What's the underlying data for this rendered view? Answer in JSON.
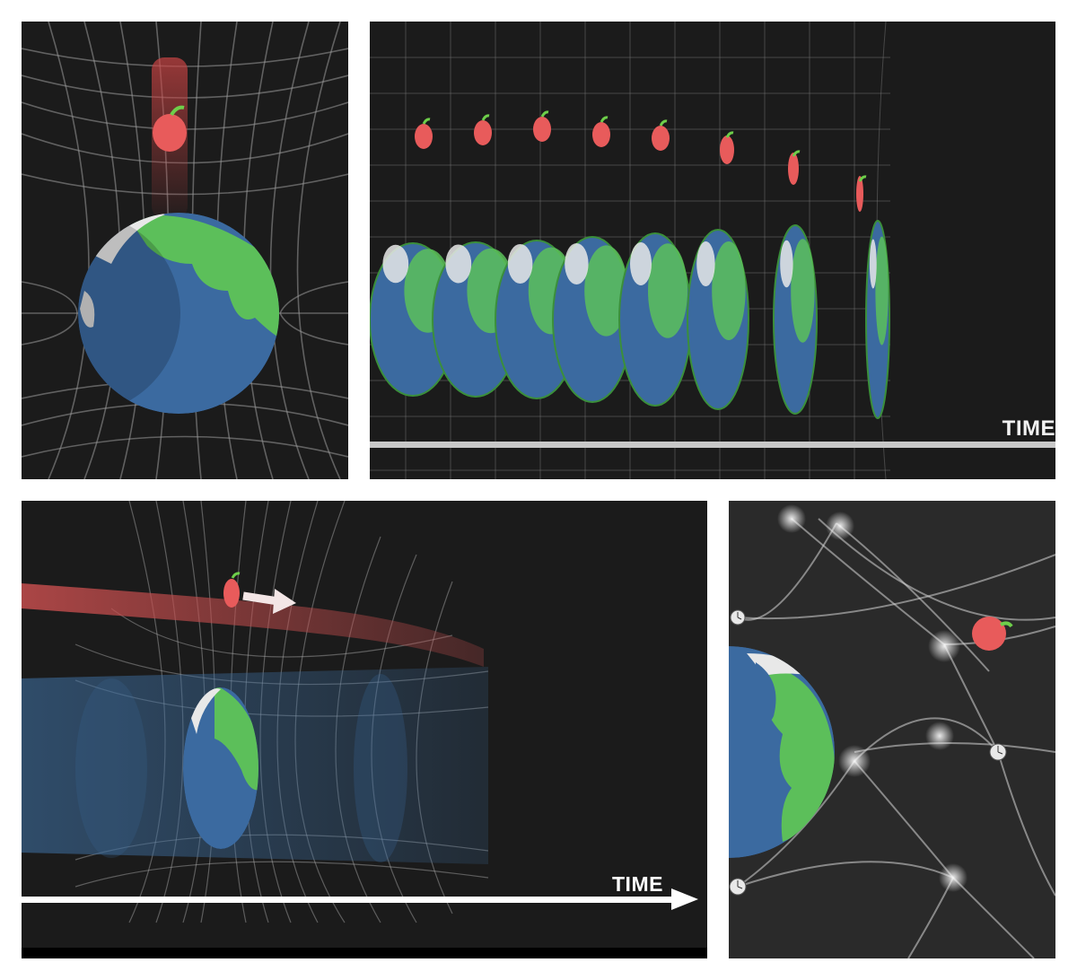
{
  "panels": [
    {
      "name": "earth-apple-curved-spacetime"
    },
    {
      "name": "earth-apple-time-sequence",
      "axis_label": "TIME"
    },
    {
      "name": "apple-worldline-through-time",
      "axis_label": "TIME"
    },
    {
      "name": "earth-apple-clock-network"
    }
  ],
  "colors": {
    "background": "#1b1b1b",
    "grid": "#bdbdbd",
    "ocean": "#3b6aa0",
    "land": "#5cbf5a",
    "ice": "#e8e8e8",
    "apple": "#e85b5b",
    "leaf": "#6ecf4a",
    "worldline_red": "#b84a4a",
    "worldline_blue": "#3d6d9e"
  }
}
